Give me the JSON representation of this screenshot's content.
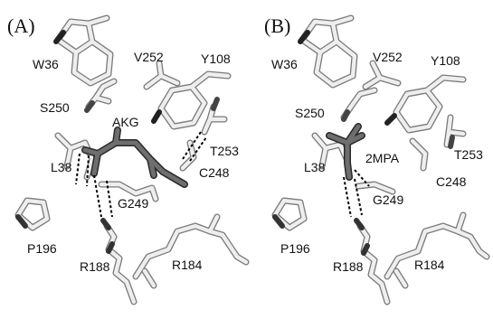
{
  "panel_a": {
    "tag": "(A)",
    "labels": {
      "w36": "W36",
      "v252": "V252",
      "y108": "Y108",
      "s250": "S250",
      "ligand": "AKG",
      "t253": "T253",
      "l38": "L38",
      "c248": "C248",
      "g249": "G249",
      "p196": "P196",
      "r188": "R188",
      "r184": "R184"
    }
  },
  "panel_b": {
    "tag": "(B)",
    "labels": {
      "w36": "W36",
      "v252": "V252",
      "y108": "Y108",
      "s250": "S250",
      "ligand": "2MPA",
      "t253": "T253",
      "l38": "L38",
      "c248": "C248",
      "g249": "G249",
      "p196": "P196",
      "r188": "R188",
      "r184": "R184"
    }
  },
  "colors": {
    "background": "#ffffff",
    "residue_fill": "#eeeeee",
    "residue_edge": "#7a7a7a",
    "ligand_fill": "#6e6e6e",
    "ligand_edge": "#2a2a2a",
    "hbond": "#000000"
  }
}
